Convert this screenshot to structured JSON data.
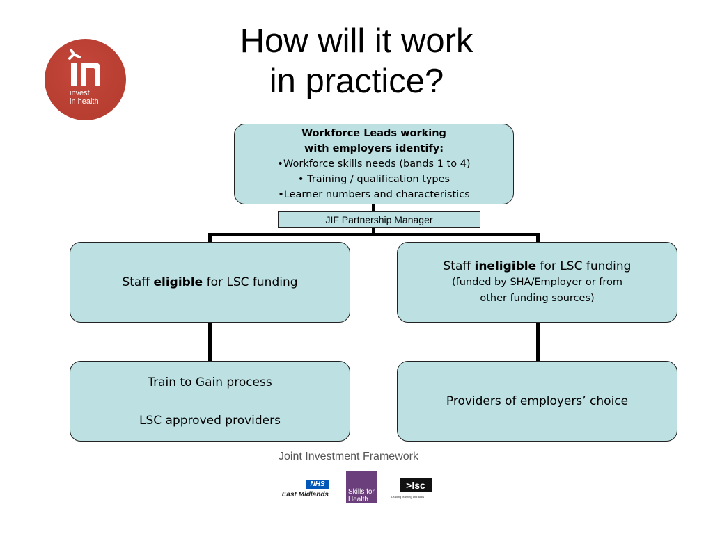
{
  "title": {
    "line1": "How will it work",
    "line2": "in practice?"
  },
  "logo": {
    "text_line1": "invest",
    "text_line2": "in health",
    "color": "#c0392b"
  },
  "top_box": {
    "heading1": "Workforce Leads working",
    "heading2": "with employers identify:",
    "item1": "•Workforce skills needs (bands 1 to 4)",
    "item2": "• Training / qualification types",
    "item3": "•Learner numbers and characteristics"
  },
  "jif_label": "JIF Partnership Manager",
  "eligible_box": {
    "prefix": "Staff ",
    "bold": "eligible",
    "suffix": " for LSC funding"
  },
  "ineligible_box": {
    "prefix": "Staff ",
    "bold": "ineligible",
    "suffix": " for LSC funding",
    "sub1": "(funded by SHA/Employer or from",
    "sub2": "other funding sources)"
  },
  "train_box": {
    "line1": "Train to Gain process",
    "line2": "LSC approved providers"
  },
  "providers_box": {
    "text": "Providers of employers’ choice"
  },
  "footer": {
    "title": "Joint Investment Framework",
    "nhs_badge": "NHS",
    "nhs_region": "East Midlands",
    "sfh_line1": "Skills for",
    "sfh_line2": "Health",
    "lsc_badge": ">lsc",
    "lsc_tagline": "Leading learning and skills"
  },
  "colors": {
    "box_fill": "#bde1e3",
    "sfh_purple": "#6b3f7b",
    "nhs_blue": "#0057b8"
  }
}
